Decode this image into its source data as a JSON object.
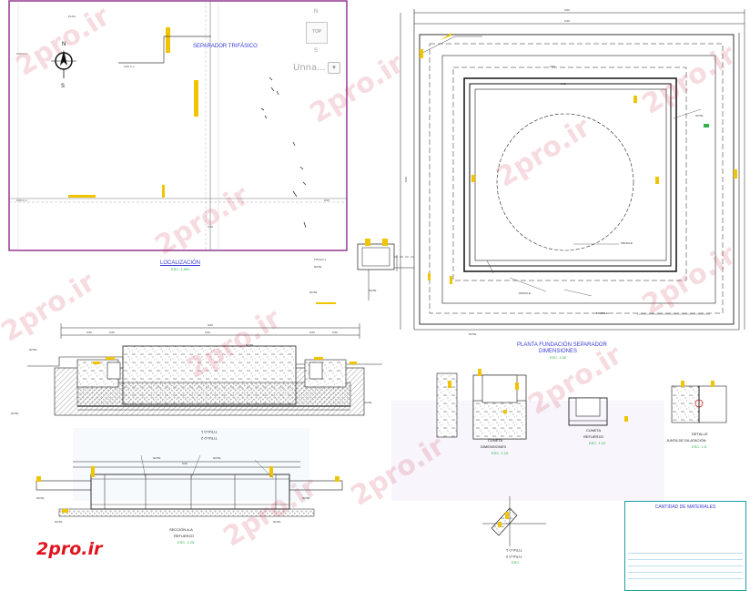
{
  "watermark": {
    "text": "2pro.ir",
    "brand": "2pro.ir"
  },
  "ui": {
    "search_field_text": "Unna...",
    "view_cube_label": "TOP",
    "compass": {
      "north": "N",
      "south": "S"
    }
  },
  "location_plan": {
    "title": "SEPARADOR TRIFÁSICO",
    "caption": "LOCALIZACIÓN",
    "caption_scale": "ESC. 1:500"
  },
  "foundation_plan": {
    "title": "PLANTA FUNDACIÓN SEPARADOR",
    "subtitle": "DIMENSIONES",
    "scale": "ESC. 1:50"
  },
  "section_top": {
    "title": "TITULO 1",
    "subtitle": "TITULO 2"
  },
  "section_aa": {
    "title": "SECCIÓN A-A",
    "subtitle": "REFUERZO",
    "scale": "ESC. 1:25"
  },
  "cuneta_dims": {
    "title": "CUNETA",
    "subtitle": "DIMENSIONES",
    "scale": "ESC. 1:10"
  },
  "cuneta_ref": {
    "title": "CUNETA",
    "subtitle": "REFUERZO",
    "scale": "ESC. 1:10"
  },
  "detail_joint": {
    "title": "DETALLE",
    "subtitle": "JUNTA DE DILATACIÓN",
    "scale": "ESC. 1:5"
  },
  "small_detail": {
    "title": "TITULO 1",
    "subtitle": "TITULO 2",
    "scale": "ESC."
  },
  "materials": {
    "title": "CANTIDAD DE MATERIALES"
  }
}
